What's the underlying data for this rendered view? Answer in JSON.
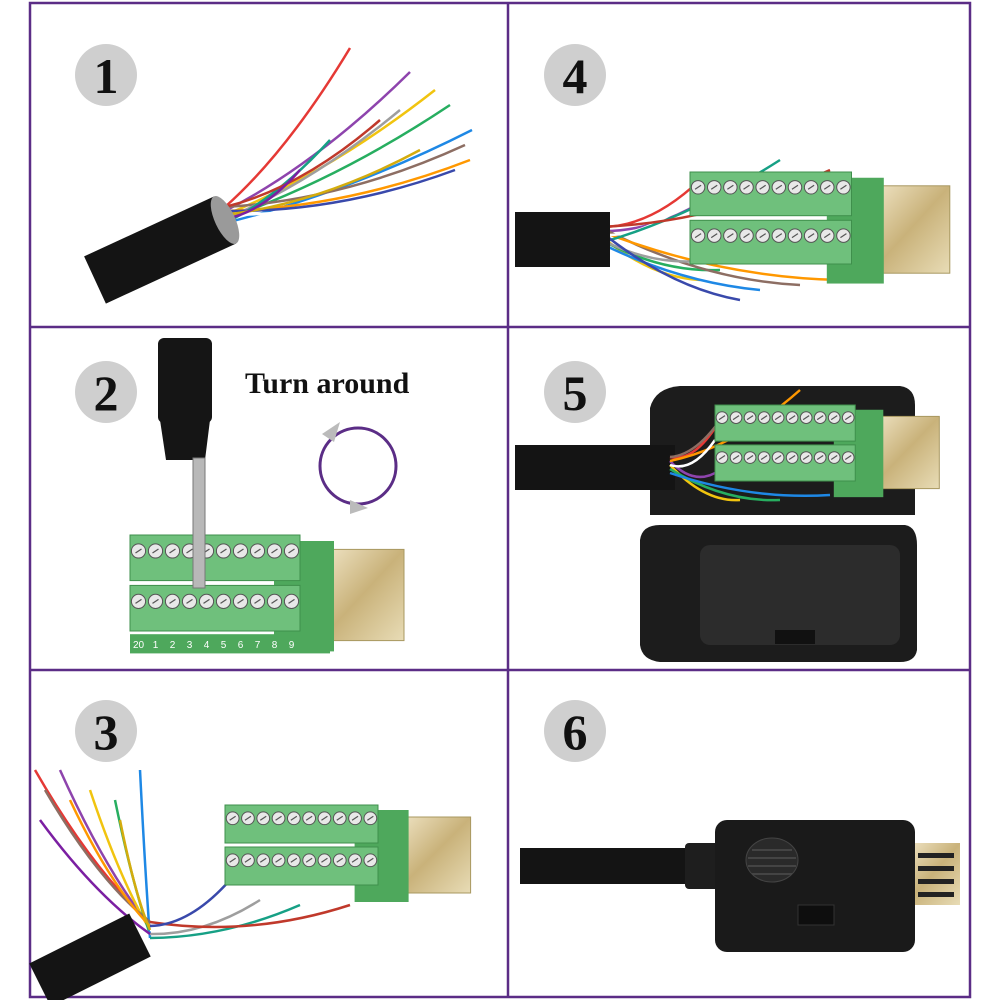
{
  "steps": [
    {
      "number": "1"
    },
    {
      "number": "2",
      "caption": "Turn around"
    },
    {
      "number": "3"
    },
    {
      "number": "4"
    },
    {
      "number": "5"
    },
    {
      "number": "6"
    }
  ],
  "pin_labels": [
    "20",
    "1",
    "2",
    "3",
    "4",
    "5",
    "6",
    "7",
    "8",
    "9"
  ],
  "colors": {
    "frame": "#5b2d86",
    "badge": "#cfcfcf",
    "pcb": "#4ea85c",
    "terminal": "#6fc07c",
    "gold": "#d9c9a0",
    "arrow": "#5b2d86"
  }
}
